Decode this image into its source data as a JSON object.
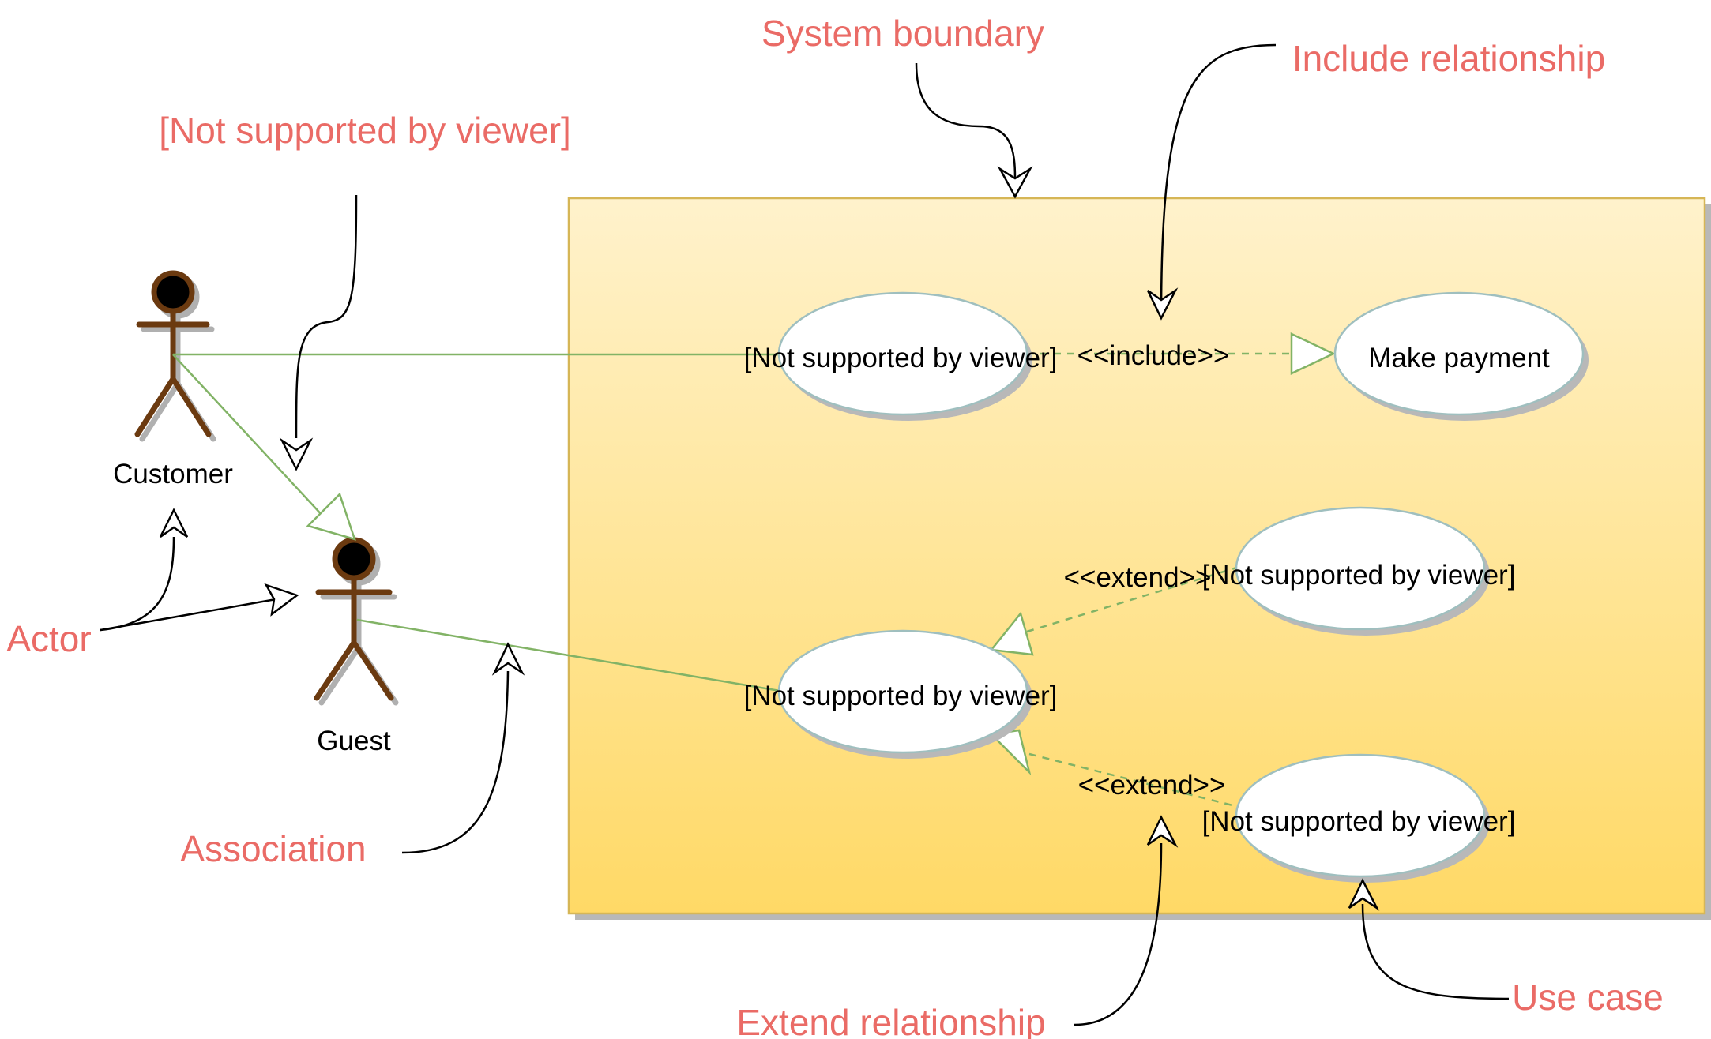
{
  "annotations": {
    "system_boundary": "System boundary",
    "include_relationship": "Include relationship",
    "not_supported": "[Not supported by viewer]",
    "actor": "Actor",
    "association": "Association",
    "extend_relationship": "Extend relationship",
    "use_case": "Use case"
  },
  "actors": {
    "customer": "Customer",
    "guest": "Guest"
  },
  "use_cases": {
    "top_left": "[Not supported by viewer]",
    "make_payment": "Make payment",
    "right_middle": "[Not supported by viewer]",
    "center": "[Not supported by viewer]",
    "bottom_right": "[Not supported by viewer]"
  },
  "stereotypes": {
    "include": "<<include>>",
    "extend_top": "<<extend>>",
    "extend_bottom": "<<extend>>"
  },
  "colors": {
    "annotation_text": "#ea6b66",
    "association_line": "#82b366",
    "actor_body": "#6b3a10",
    "boundary_fill_top": "#fff2cc",
    "boundary_fill_bottom": "#ffd966",
    "boundary_stroke": "#d6b656",
    "use_case_stroke": "#9fbfbf"
  }
}
